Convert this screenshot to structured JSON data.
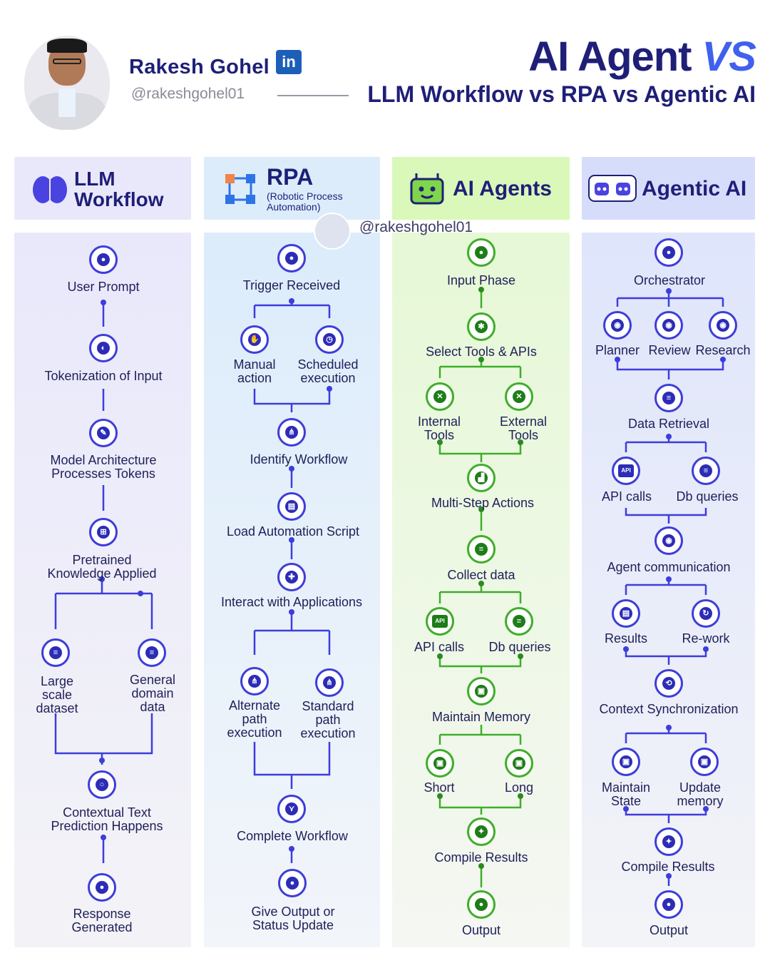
{
  "header": {
    "author_name": "Rakesh Gohel",
    "linkedin_badge": "in",
    "handle": "@rakeshgohel01",
    "title_main": "AI Agent",
    "title_vs": "VS",
    "subtitle": "LLM Workflow vs RPA vs Agentic AI"
  },
  "watermark": {
    "handle": "@rakeshgohel01"
  },
  "colors": {
    "navy": "#1f1f78",
    "blue_wire": "#3d3ddb",
    "green_wire": "#3fae2a",
    "llm_bg": "#e9e8fb",
    "rpa_bg": "#dcecfb",
    "agents_bg": "#d9f8b9",
    "agentic_bg": "#d6ddfb"
  },
  "columns": [
    {
      "id": "llm",
      "title_line1": "LLM",
      "title_line2": "Workflow",
      "icon": "brain-icon",
      "nodes": [
        {
          "icon": "user-icon",
          "label": "User Prompt"
        },
        {
          "icon": "token-icon",
          "label": "Tokenization of Input"
        },
        {
          "icon": "edit-icon",
          "label": "Model Architecture\nProcesses Tokens"
        },
        {
          "icon": "network-icon",
          "label": "Pretrained\nKnowledge Applied"
        },
        {
          "icon": "database-icon",
          "label": "Large\nscale\ndataset"
        },
        {
          "icon": "database-icon",
          "label": "General\ndomain\ndata"
        },
        {
          "icon": "user-outline-icon",
          "label": "Contextual Text\nPrediction Happens"
        },
        {
          "icon": "user-icon",
          "label": "Response\nGenerated"
        }
      ]
    },
    {
      "id": "rpa",
      "title_line1": "RPA",
      "title_line2": "(Robotic Process\nAutomation)",
      "icon": "process-blocks-icon",
      "nodes": [
        {
          "icon": "user-icon",
          "label": "Trigger Received"
        },
        {
          "icon": "hand-icon",
          "label": "Manual\naction"
        },
        {
          "icon": "clock-icon",
          "label": "Scheduled\nexecution"
        },
        {
          "icon": "hierarchy-icon",
          "label": "Identify Workflow"
        },
        {
          "icon": "script-icon",
          "label": "Load Automation Script"
        },
        {
          "icon": "puzzle-icon",
          "label": "Interact with Applications"
        },
        {
          "icon": "tree-icon",
          "label": "Alternate\npath\nexecution"
        },
        {
          "icon": "tree-icon",
          "label": "Standard\npath\nexecution"
        },
        {
          "icon": "flow-icon",
          "label": "Complete Workflow"
        },
        {
          "icon": "user-icon",
          "label": "Give Output or\nStatus Update"
        }
      ]
    },
    {
      "id": "agents",
      "title_line1": "AI Agents",
      "title_line2": "",
      "icon": "robot-icon",
      "nodes": [
        {
          "icon": "user-icon",
          "label": "Input Phase"
        },
        {
          "icon": "gear-icon",
          "label": "Select Tools & APIs"
        },
        {
          "icon": "tools-icon",
          "label": "Internal\nTools"
        },
        {
          "icon": "tools-icon",
          "label": "External\nTools"
        },
        {
          "icon": "steps-icon",
          "label": "Multi-Step Actions"
        },
        {
          "icon": "database-icon",
          "label": "Collect data"
        },
        {
          "icon": "api-icon",
          "label": "API calls"
        },
        {
          "icon": "database-icon",
          "label": "Db queries"
        },
        {
          "icon": "memory-icon",
          "label": "Maintain Memory"
        },
        {
          "icon": "memory-icon",
          "label": "Short"
        },
        {
          "icon": "memory-icon",
          "label": "Long"
        },
        {
          "icon": "settings-icon",
          "label": "Compile Results"
        },
        {
          "icon": "user-icon",
          "label": "Output"
        }
      ]
    },
    {
      "id": "agentic",
      "title_line1": "Agentic AI",
      "title_line2": "",
      "icon": "multi-robot-icon",
      "nodes": [
        {
          "icon": "user-icon",
          "label": "Orchestrator"
        },
        {
          "icon": "eye-icon",
          "label": "Planner"
        },
        {
          "icon": "eye-icon",
          "label": "Review"
        },
        {
          "icon": "eye-icon",
          "label": "Research"
        },
        {
          "icon": "database-icon",
          "label": "Data Retrieval"
        },
        {
          "icon": "api-icon",
          "label": "API calls"
        },
        {
          "icon": "database-icon",
          "label": "Db queries"
        },
        {
          "icon": "eye-icon",
          "label": "Agent communication"
        },
        {
          "icon": "script-icon",
          "label": "Results"
        },
        {
          "icon": "refresh-icon",
          "label": "Re-work"
        },
        {
          "icon": "sync-icon",
          "label": "Context Synchronization"
        },
        {
          "icon": "memory-icon",
          "label": "Maintain\nState"
        },
        {
          "icon": "memory-icon",
          "label": "Update\nmemory"
        },
        {
          "icon": "settings-icon",
          "label": "Compile Results"
        },
        {
          "icon": "user-icon",
          "label": "Output"
        }
      ]
    }
  ]
}
